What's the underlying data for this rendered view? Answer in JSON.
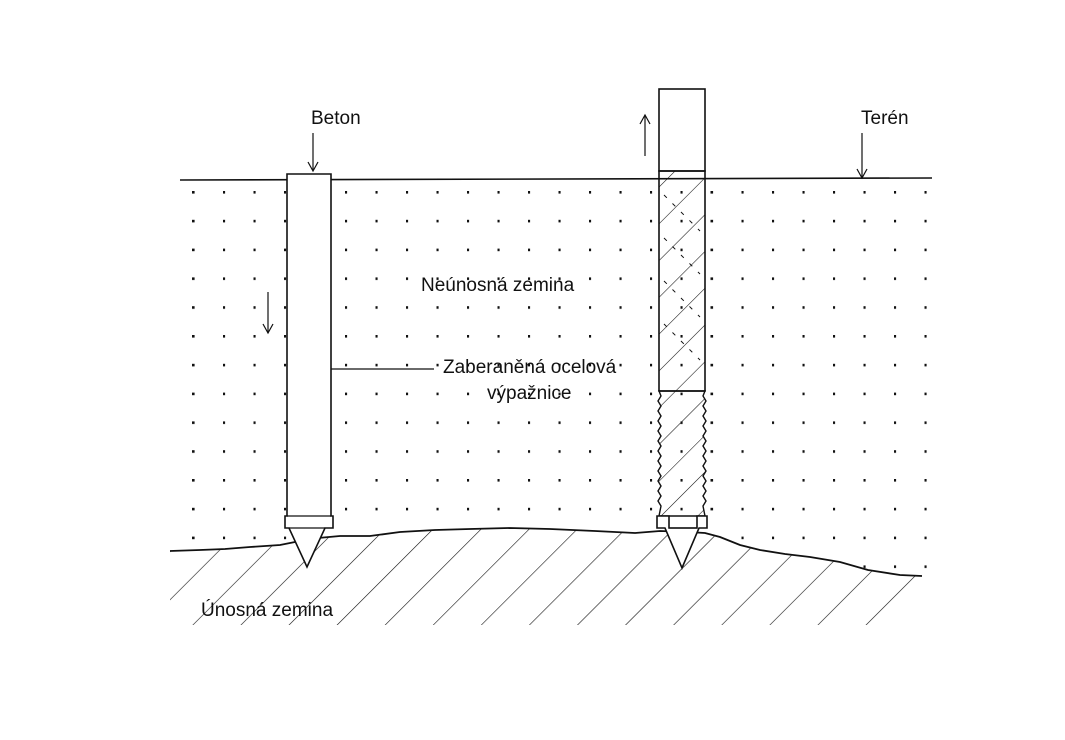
{
  "labels": {
    "beton": "Beton",
    "teren": "Terén",
    "neunosna_zemina": "Neúnosná zemina",
    "zaberanena_line1": "Zaberaněná ocelová",
    "zaberanena_line2": "výpažnice",
    "unosna_zemina": "Únosná zemina"
  },
  "colors": {
    "stroke": "#111111",
    "background": "#ffffff"
  }
}
